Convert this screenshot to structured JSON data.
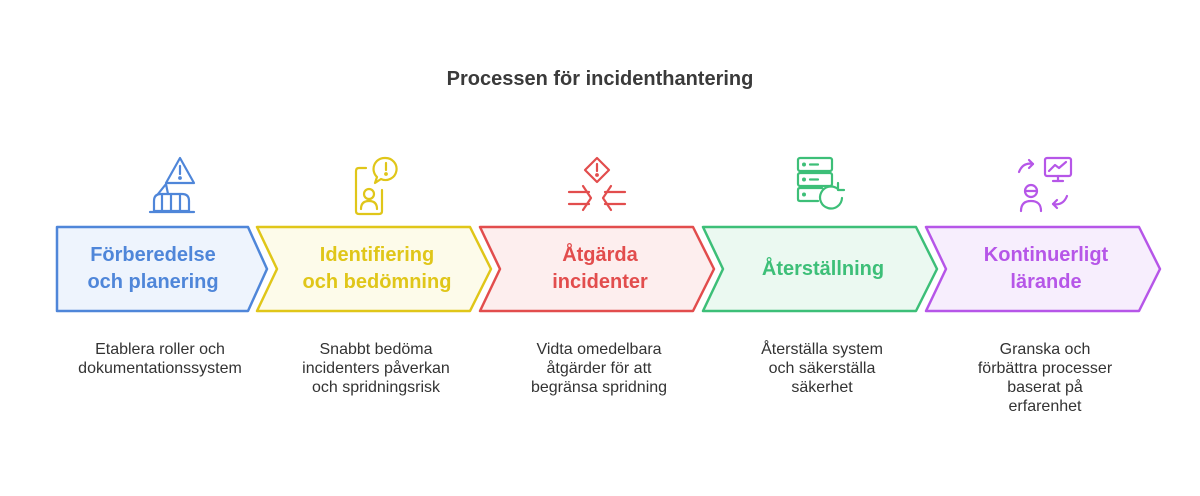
{
  "title": "Processen för incidenthantering",
  "steps": [
    {
      "label": "Förberedelse\noch planering",
      "description": "Etablera roller och\ndokumentationssystem",
      "color": "#4f86d9",
      "fill": "#eef4fd",
      "icon": "harbor-warning-icon"
    },
    {
      "label": "Identifiering\noch bedömning",
      "description": "Snabbt bedöma\nincidenters påverkan\noch spridningsrisk",
      "color": "#e0c619",
      "fill": "#fdfbea",
      "icon": "person-alert-icon"
    },
    {
      "label": "Åtgärda\nincidenter",
      "description": "Vidta omedelbara\nåtgärder för att\nbegränsa spridning",
      "color": "#e24d4d",
      "fill": "#fdeeee",
      "icon": "contain-alert-icon"
    },
    {
      "label": "Återställning",
      "description": "Återställa system\noch säkerställa\nsäkerhet",
      "color": "#3dbf78",
      "fill": "#ebf9f1",
      "icon": "server-restore-icon"
    },
    {
      "label": "Kontinuerligt\nlärande",
      "description": "Granska och\nförbättra processer\nbaserat på\nerfarenhet",
      "color": "#b656e8",
      "fill": "#f7eefd",
      "icon": "learning-cycle-icon"
    }
  ]
}
